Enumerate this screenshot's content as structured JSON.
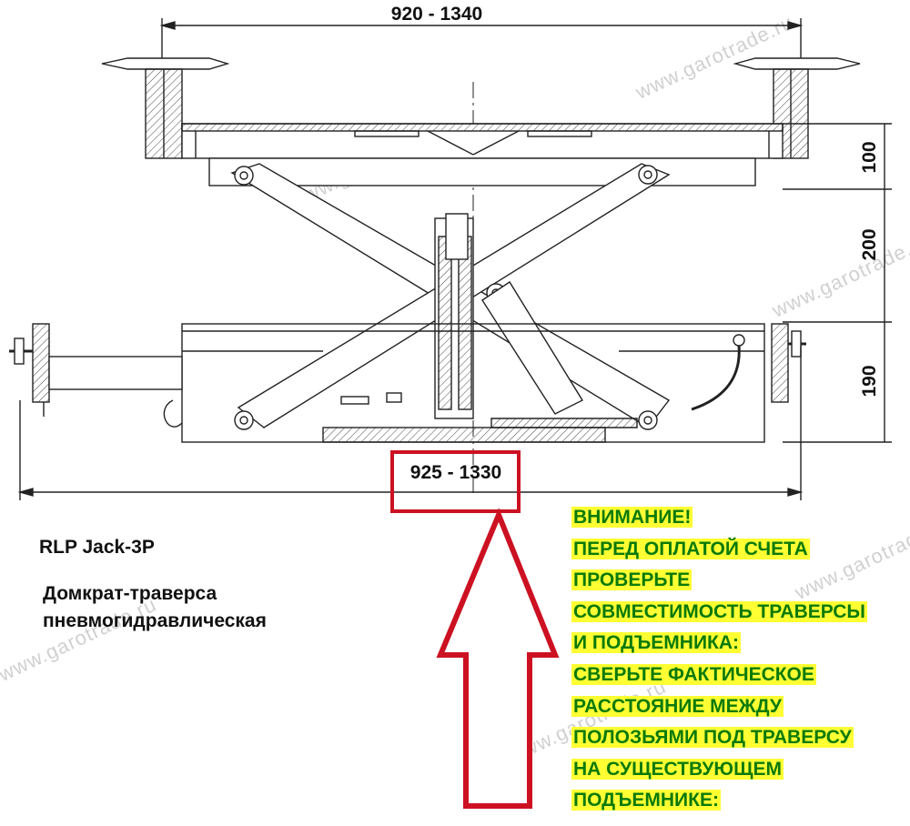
{
  "drawing": {
    "dim_top": "920 - 1340",
    "dim_bottom": "925 - 1330",
    "dim_height_1": "100",
    "dim_height_2": "200",
    "dim_height_3": "190"
  },
  "product": {
    "model": "RLP Jack-3P",
    "description_line1": "Домкрат-траверса",
    "description_line2": "пневмогидравлическая"
  },
  "warning": {
    "lines": [
      "ВНИМАНИЕ!",
      "ПЕРЕД ОПЛАТОЙ СЧЕТА",
      "ПРОВЕРЬТЕ",
      "СОВМЕСТИМОСТЬ ТРАВЕРСЫ",
      "И ПОДЪЕМНИКА:",
      "СВЕРЬТЕ ФАКТИЧЕСКОЕ",
      "РАССТОЯНИЕ МЕЖДУ",
      "ПОЛОЗЬЯМИ ПОД ТРАВЕРСУ",
      "НА СУЩЕСТВУЮЩЕМ",
      "ПОДЪЕМНИКЕ:"
    ],
    "highlight_color": "#ffff33",
    "text_color": "#0a7a0a"
  },
  "watermark": "www.garotrade.ru",
  "colors": {
    "arrow": "#cc1122",
    "line": "#222222"
  }
}
